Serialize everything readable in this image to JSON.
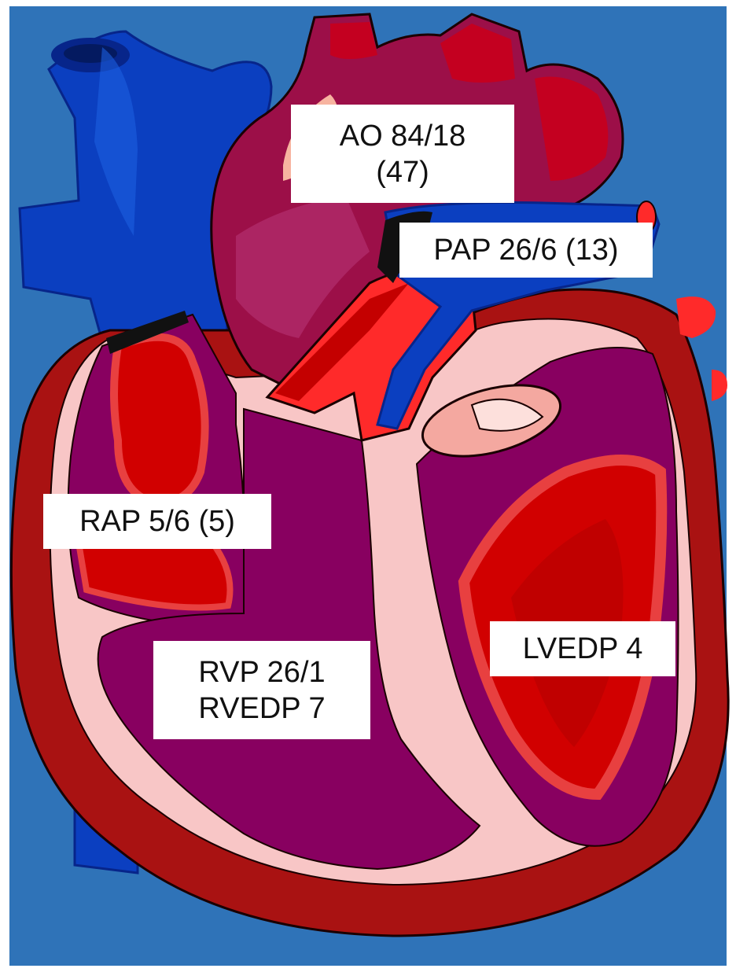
{
  "colors": {
    "background": "#2f73b8",
    "vein_blue": "#0b3fc0",
    "vein_dark": "#07258a",
    "outer_wall": "#a91212",
    "muscle_pink": "#f8c6c6",
    "chamber_purple": "#880060",
    "aorta": "#9c0f48",
    "oxygenated_red": "#d10000",
    "bright_red": "#ff2a2a",
    "label_bg": "#ffffff",
    "label_text": "#111111"
  },
  "labels": {
    "aortic_pressure": {
      "line1": "AO 84/18",
      "line2": "(47)"
    },
    "pulmonary_artery_pressure": {
      "line1": "PAP 26/6 (13)"
    },
    "right_atrial_pressure": {
      "line1": "RAP 5/6 (5)"
    },
    "right_ventricular_pressure": {
      "line1": "RVP 26/1",
      "line2": "RVEDP 7"
    },
    "left_ventricular_end_diastolic_pressure": {
      "line1": "LVEDP 4"
    }
  }
}
